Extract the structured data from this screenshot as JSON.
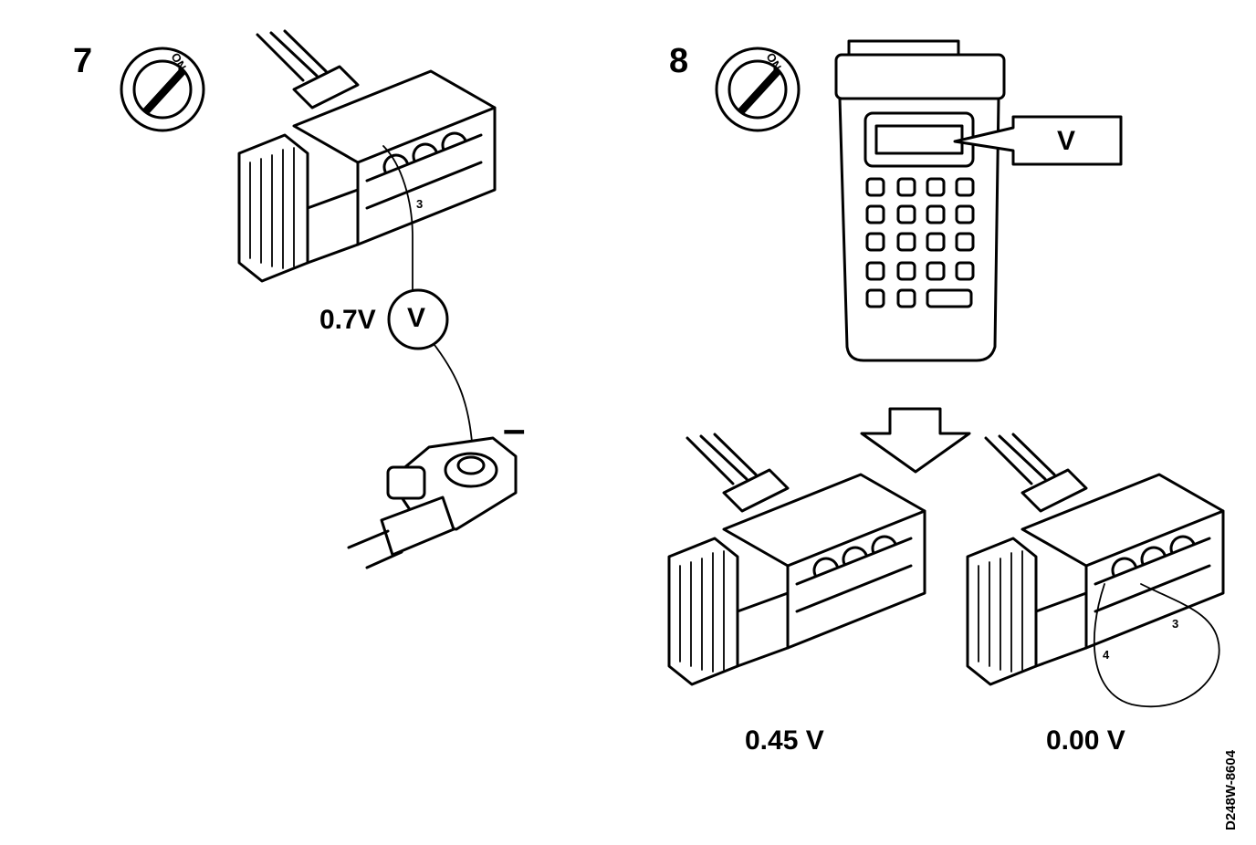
{
  "panel7": {
    "step_number": "7",
    "ignition_label": "ON",
    "pin_label": "3",
    "meter_reading": "0.7V",
    "meter_symbol": "V",
    "ground_symbol": "–"
  },
  "panel8": {
    "step_number": "8",
    "ignition_label": "ON",
    "display_callout": "V",
    "left_connector": {
      "reading": "0.45 V"
    },
    "right_connector": {
      "reading": "0.00 V",
      "pin_a": "3",
      "pin_b": "4"
    }
  },
  "figure_code": "D248W-8604"
}
